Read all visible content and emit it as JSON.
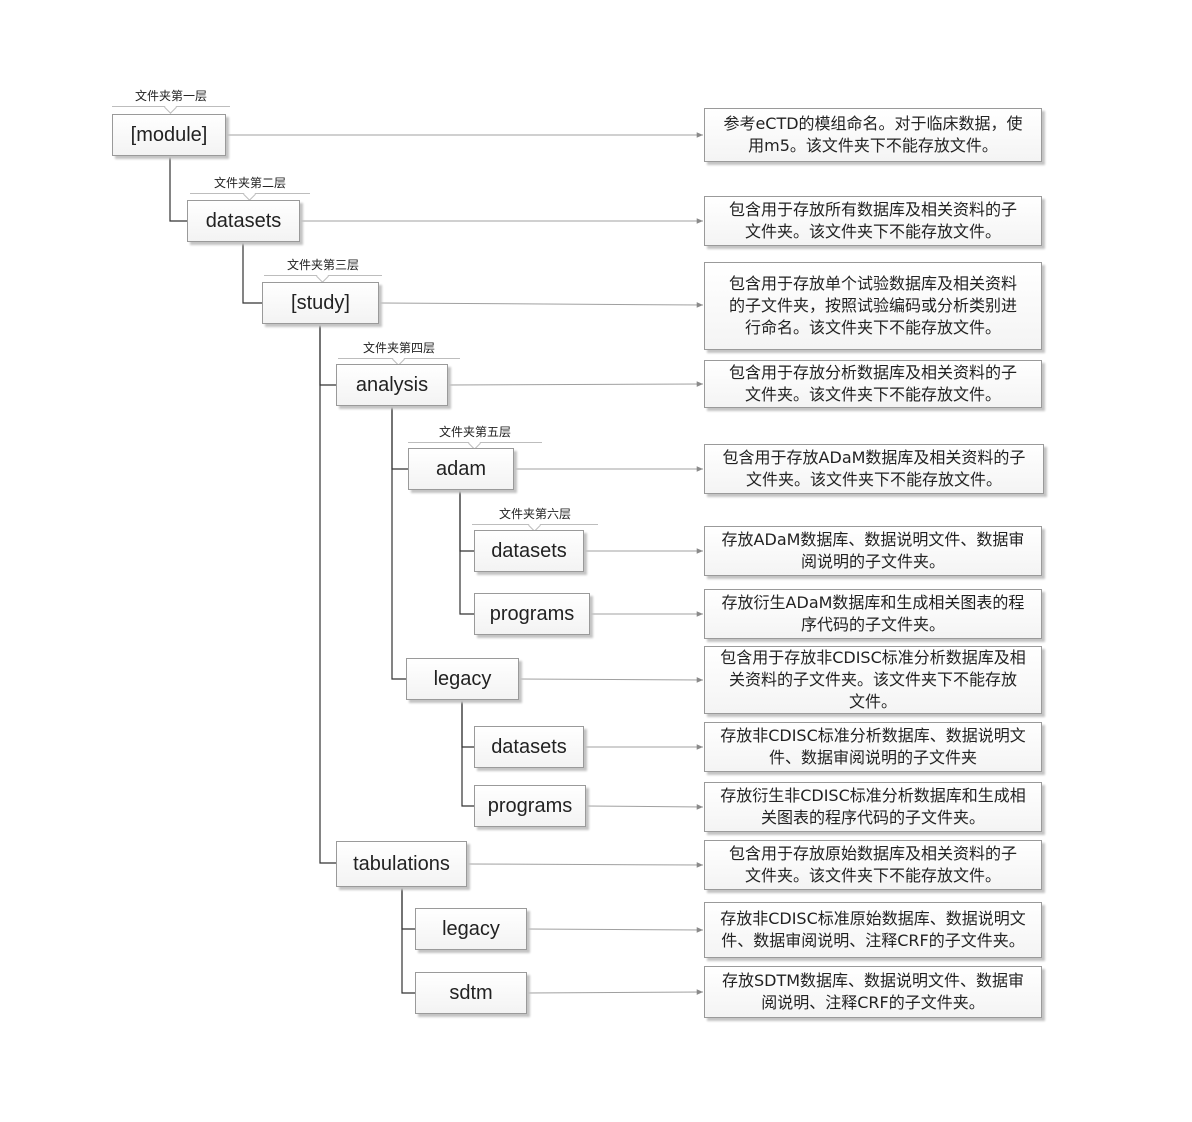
{
  "levels": [
    {
      "id": "l1",
      "label": "文件夹第一层"
    },
    {
      "id": "l2",
      "label": "文件夹第二层"
    },
    {
      "id": "l3",
      "label": "文件夹第三层"
    },
    {
      "id": "l4",
      "label": "文件夹第四层"
    },
    {
      "id": "l5",
      "label": "文件夹第五层"
    },
    {
      "id": "l6",
      "label": "文件夹第六层"
    }
  ],
  "folders": [
    {
      "id": "module",
      "label": "[module]"
    },
    {
      "id": "datasets_l2",
      "label": "datasets"
    },
    {
      "id": "study",
      "label": "[study]"
    },
    {
      "id": "analysis",
      "label": "analysis"
    },
    {
      "id": "adam",
      "label": "adam"
    },
    {
      "id": "adam_datasets",
      "label": "datasets"
    },
    {
      "id": "adam_programs",
      "label": "programs"
    },
    {
      "id": "analysis_legacy",
      "label": "legacy"
    },
    {
      "id": "legacy_datasets",
      "label": "datasets"
    },
    {
      "id": "legacy_programs",
      "label": "programs"
    },
    {
      "id": "tabulations",
      "label": "tabulations"
    },
    {
      "id": "tab_legacy",
      "label": "legacy"
    },
    {
      "id": "sdtm",
      "label": "sdtm"
    }
  ],
  "descriptions": [
    {
      "id": "module",
      "lines": [
        "参考eCTD的模组命名。对于临床数据，使",
        "用m5。该文件夹下不能存放文件。"
      ]
    },
    {
      "id": "datasets_l2",
      "lines": [
        "包含用于存放所有数据库及相关资料的子",
        "文件夹。该文件夹下不能存放文件。"
      ]
    },
    {
      "id": "study",
      "lines": [
        "包含用于存放单个试验数据库及相关资料",
        "的子文件夹，按照试验编码或分析类别进",
        "行命名。该文件夹下不能存放文件。"
      ]
    },
    {
      "id": "analysis",
      "lines": [
        "包含用于存放分析数据库及相关资料的子",
        "文件夹。该文件夹下不能存放文件。"
      ]
    },
    {
      "id": "adam",
      "lines": [
        "包含用于存放ADaM数据库及相关资料的子",
        "文件夹。该文件夹下不能存放文件。"
      ]
    },
    {
      "id": "adam_datasets",
      "lines": [
        "存放ADaM数据库、数据说明文件、数据审",
        "阅说明的子文件夹。"
      ]
    },
    {
      "id": "adam_programs",
      "lines": [
        "存放衍生ADaM数据库和生成相关图表的程",
        "序代码的子文件夹。"
      ]
    },
    {
      "id": "analysis_legacy",
      "lines": [
        "包含用于存放非CDISC标准分析数据库及相",
        "关资料的子文件夹。该文件夹下不能存放",
        "文件。"
      ]
    },
    {
      "id": "legacy_datasets",
      "lines": [
        "存放非CDISC标准分析数据库、数据说明文",
        "件、数据审阅说明的子文件夹"
      ]
    },
    {
      "id": "legacy_programs",
      "lines": [
        "存放衍生非CDISC标准分析数据库和生成相",
        "关图表的程序代码的子文件夹。"
      ]
    },
    {
      "id": "tabulations",
      "lines": [
        "包含用于存放原始数据库及相关资料的子",
        "文件夹。该文件夹下不能存放文件。"
      ]
    },
    {
      "id": "tab_legacy",
      "lines": [
        "存放非CDISC标准原始数据库、数据说明文",
        "件、数据审阅说明、注释CRF的子文件夹。"
      ]
    },
    {
      "id": "sdtm",
      "lines": [
        "存放SDTM数据库、数据说明文件、数据审",
        "阅说明、注释CRF的子文件夹。"
      ]
    }
  ]
}
